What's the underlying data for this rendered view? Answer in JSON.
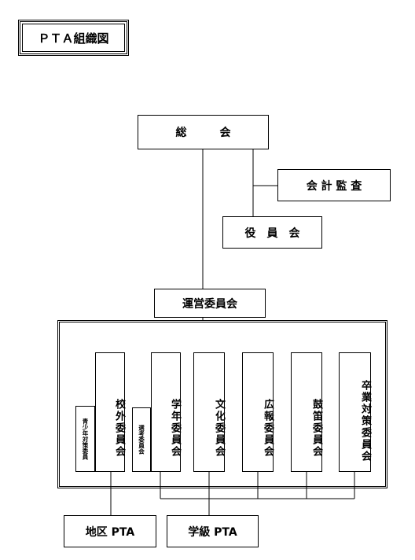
{
  "title": "ＰＴＡ組織図",
  "general_meeting": "総　　　会",
  "audit": "会 計 監 査",
  "officers": "役　員　会",
  "steering": "運営委員会",
  "committees": {
    "kougai": "校外委員会",
    "seishounen": "青少年対策委員",
    "gakunen": "学年委員会",
    "senkou": "選考委員会",
    "bunka": "文化委員会",
    "kouhou": "広報委員会",
    "kotaku": "鼓笛委員会",
    "sotsugyou": "卒業対策委員会"
  },
  "district_pta": "地区 PTA",
  "class_pta": "学級 PTA"
}
